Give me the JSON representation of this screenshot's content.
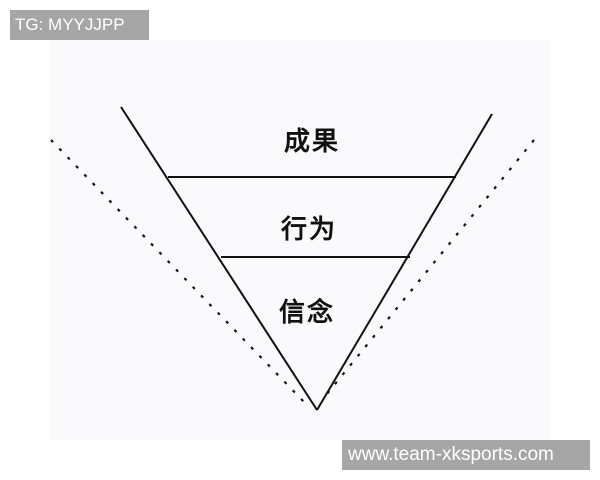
{
  "watermarks": {
    "top_left": "TG: MYYJJPP",
    "bottom_right": "www.team-xksports.com"
  },
  "diagram": {
    "type": "inverted-triangle-layers",
    "layers": [
      {
        "label": "成果",
        "position": "top"
      },
      {
        "label": "行为",
        "position": "middle"
      },
      {
        "label": "信念",
        "position": "bottom"
      }
    ],
    "line_color": "#000000",
    "panel_color": "#fafafc"
  }
}
